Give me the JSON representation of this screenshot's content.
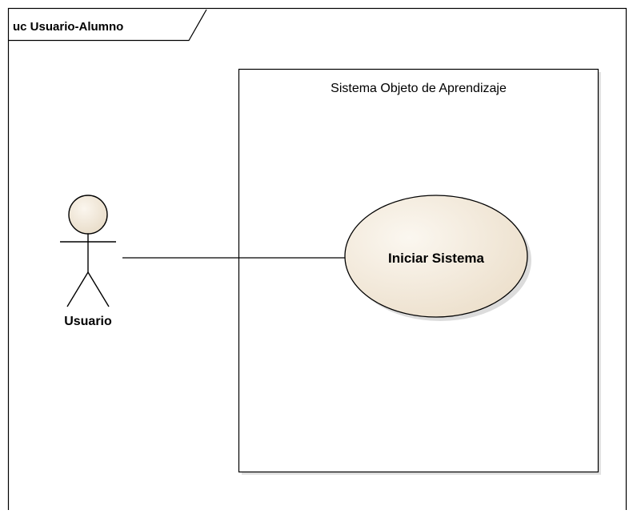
{
  "frame": {
    "title": "uc Usuario-Alumno"
  },
  "system_boundary": {
    "label": "Sistema Objeto de Aprendizaje"
  },
  "actor": {
    "name": "Usuario"
  },
  "use_case": {
    "label": "Iniciar Sistema"
  },
  "colors": {
    "background": "#ffffff",
    "stroke": "#000000",
    "actor_fill": "#f0e6d6",
    "use_case_fill_light": "#fbf7f0",
    "use_case_fill_dark": "#ecdfcb",
    "shadow": "#d9d9d9"
  }
}
